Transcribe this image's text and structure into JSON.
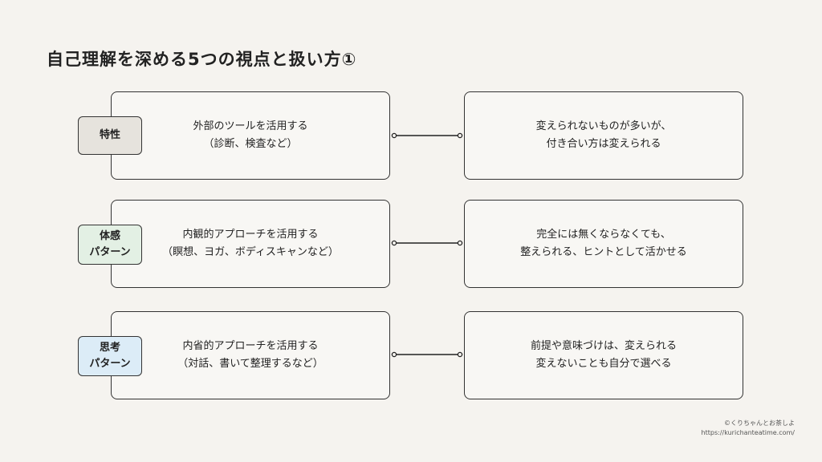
{
  "title": "自己理解を深める5つの視点と扱い方①",
  "rows": [
    {
      "tag": {
        "lines": [
          "特性"
        ],
        "color": "#e6e3dd"
      },
      "left": {
        "lines": [
          "外部のツールを活用する",
          "（診断、検査など）"
        ]
      },
      "right": {
        "lines": [
          "変えられないものが多いが、",
          "付き合い方は変えられる"
        ]
      }
    },
    {
      "tag": {
        "lines": [
          "体感",
          "パターン"
        ],
        "color": "#e3f0e4"
      },
      "left": {
        "lines": [
          "内観的アプローチを活用する",
          "（瞑想、ヨガ、ボディスキャンなど）"
        ]
      },
      "right": {
        "lines": [
          "完全には無くならなくても、",
          "整えられる、ヒントとして活かせる"
        ]
      }
    },
    {
      "tag": {
        "lines": [
          "思考",
          "パターン"
        ],
        "color": "#dcecf7"
      },
      "left": {
        "lines": [
          "内省的アプローチを活用する",
          "（対話、書いて整理するなど）"
        ]
      },
      "right": {
        "lines": [
          "前提や意味づけは、変えられる",
          "変えないことも自分で選べる"
        ]
      }
    }
  ],
  "credit": {
    "name": "©くりちゃんとお茶しよ",
    "url": "https://kurichanteatime.com/"
  }
}
